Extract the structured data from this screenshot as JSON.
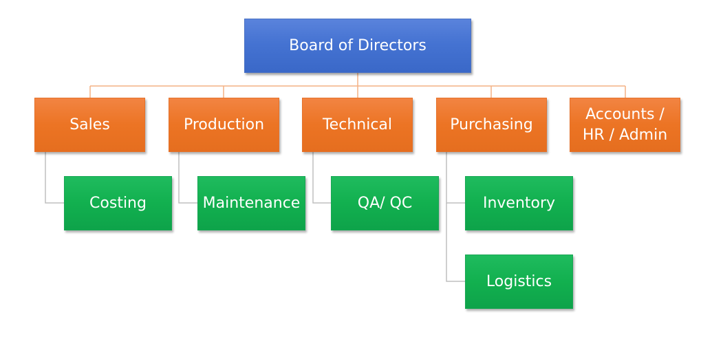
{
  "colors": {
    "root": "#4472c4",
    "department": "#ed7d31",
    "sub_unit": "#16b050",
    "connector_orange": "#f4b183",
    "connector_gray": "#bfbfbf"
  },
  "org_chart": {
    "root": {
      "label": "Board of Directors"
    },
    "departments": [
      {
        "label": "Sales"
      },
      {
        "label": "Production"
      },
      {
        "label": "Technical"
      },
      {
        "label": "Purchasing"
      },
      {
        "label": "Accounts /\nHR / Admin"
      }
    ],
    "sub_units": [
      {
        "label": "Costing",
        "parent": "Sales"
      },
      {
        "label": "Maintenance",
        "parent": "Production"
      },
      {
        "label": "QA/ QC",
        "parent": "Technical"
      },
      {
        "label": "Inventory",
        "parent": "Purchasing"
      },
      {
        "label": "Logistics",
        "parent": "Purchasing"
      }
    ]
  }
}
